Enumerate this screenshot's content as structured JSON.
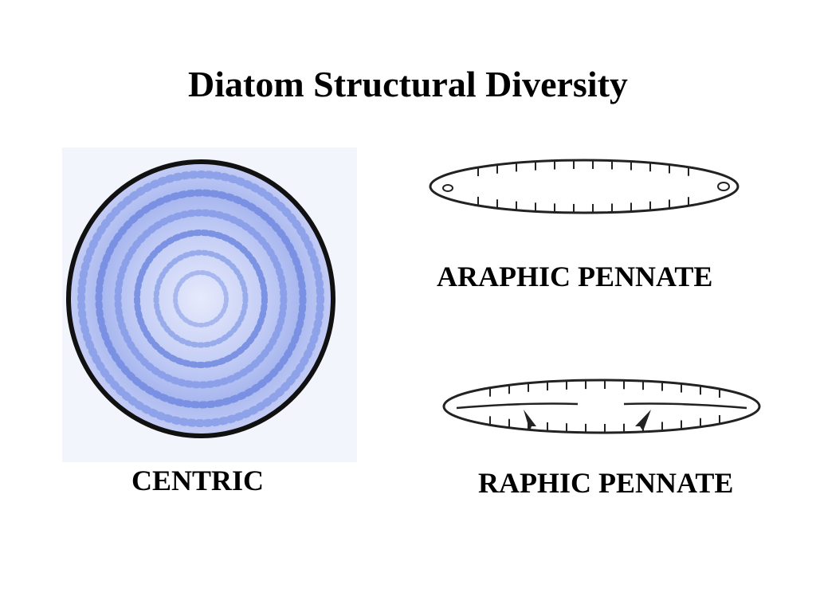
{
  "slide": {
    "title": "Diatom Structural Diversity"
  },
  "diagram": {
    "centric": {
      "label": "CENTRIC",
      "fill_color": "#b8c4f2",
      "ring_color": "#6f86e0",
      "rim_color": "#111111"
    },
    "araphic": {
      "label": "ARAPHIC PENNATE",
      "stroke_color": "#222222"
    },
    "raphic": {
      "label": "RAPHIC PENNATE",
      "stroke_color": "#222222"
    }
  }
}
